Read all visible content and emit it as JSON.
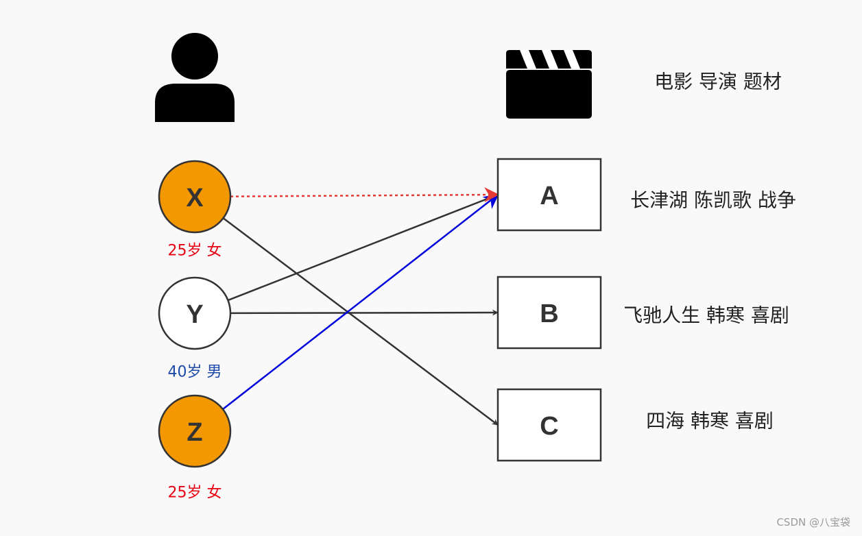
{
  "colors": {
    "background": "#f9f9f9",
    "highlight_fill": "#f39800",
    "plain_fill": "#ffffff",
    "stroke": "#333333",
    "female_text": "#e60012",
    "male_text": "#1d4aa8",
    "recommend_edge": "#e53935",
    "similar_edge": "#0000dd",
    "edge": "#333333"
  },
  "icons": {
    "user": "user-icon",
    "movie": "clapperboard-icon"
  },
  "header": {
    "movie_attrs": "电影 导演 题材"
  },
  "users": [
    {
      "id": "X",
      "label": "X",
      "attrs": "25岁 女",
      "highlight": true,
      "gender": "female"
    },
    {
      "id": "Y",
      "label": "Y",
      "attrs": "40岁 男",
      "highlight": false,
      "gender": "male"
    },
    {
      "id": "Z",
      "label": "Z",
      "attrs": "25岁 女",
      "highlight": true,
      "gender": "female"
    }
  ],
  "movies": [
    {
      "id": "A",
      "label": "A",
      "desc": "长津湖 陈凯歌 战争"
    },
    {
      "id": "B",
      "label": "B",
      "desc": "飞驰人生 韩寒 喜剧"
    },
    {
      "id": "C",
      "label": "C",
      "desc": "四海 韩寒 喜剧"
    }
  ],
  "edges": [
    {
      "from": "X",
      "to": "C",
      "style": "solid"
    },
    {
      "from": "Y",
      "to": "A",
      "style": "solid"
    },
    {
      "from": "Y",
      "to": "B",
      "style": "solid"
    },
    {
      "from": "Z",
      "to": "A",
      "style": "similar"
    },
    {
      "from": "X",
      "to": "A",
      "style": "recommend"
    }
  ],
  "watermark": "CSDN @八宝袋"
}
